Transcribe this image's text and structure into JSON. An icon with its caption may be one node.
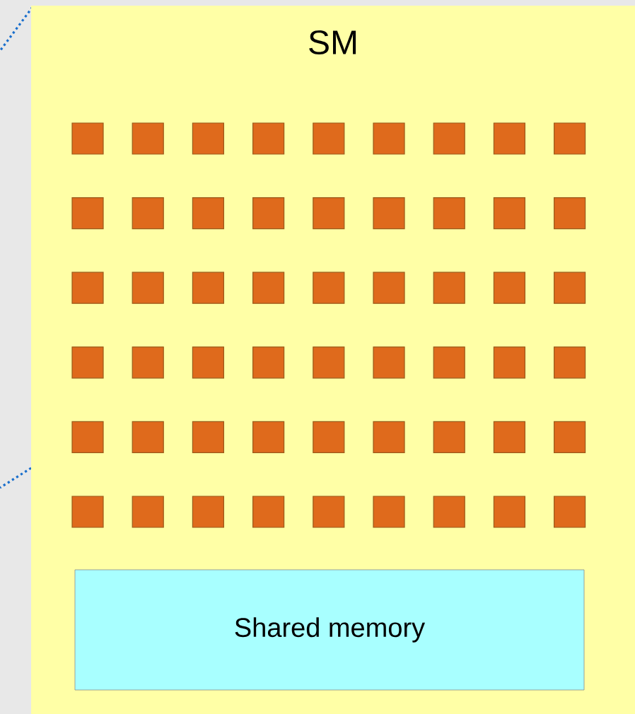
{
  "diagram": {
    "nodes": [
      {
        "text": [
          "SM"
        ]
      },
      {
        "text": [
          "Shared memory"
        ],
        "in": 0
      }
    ]
  }
}
